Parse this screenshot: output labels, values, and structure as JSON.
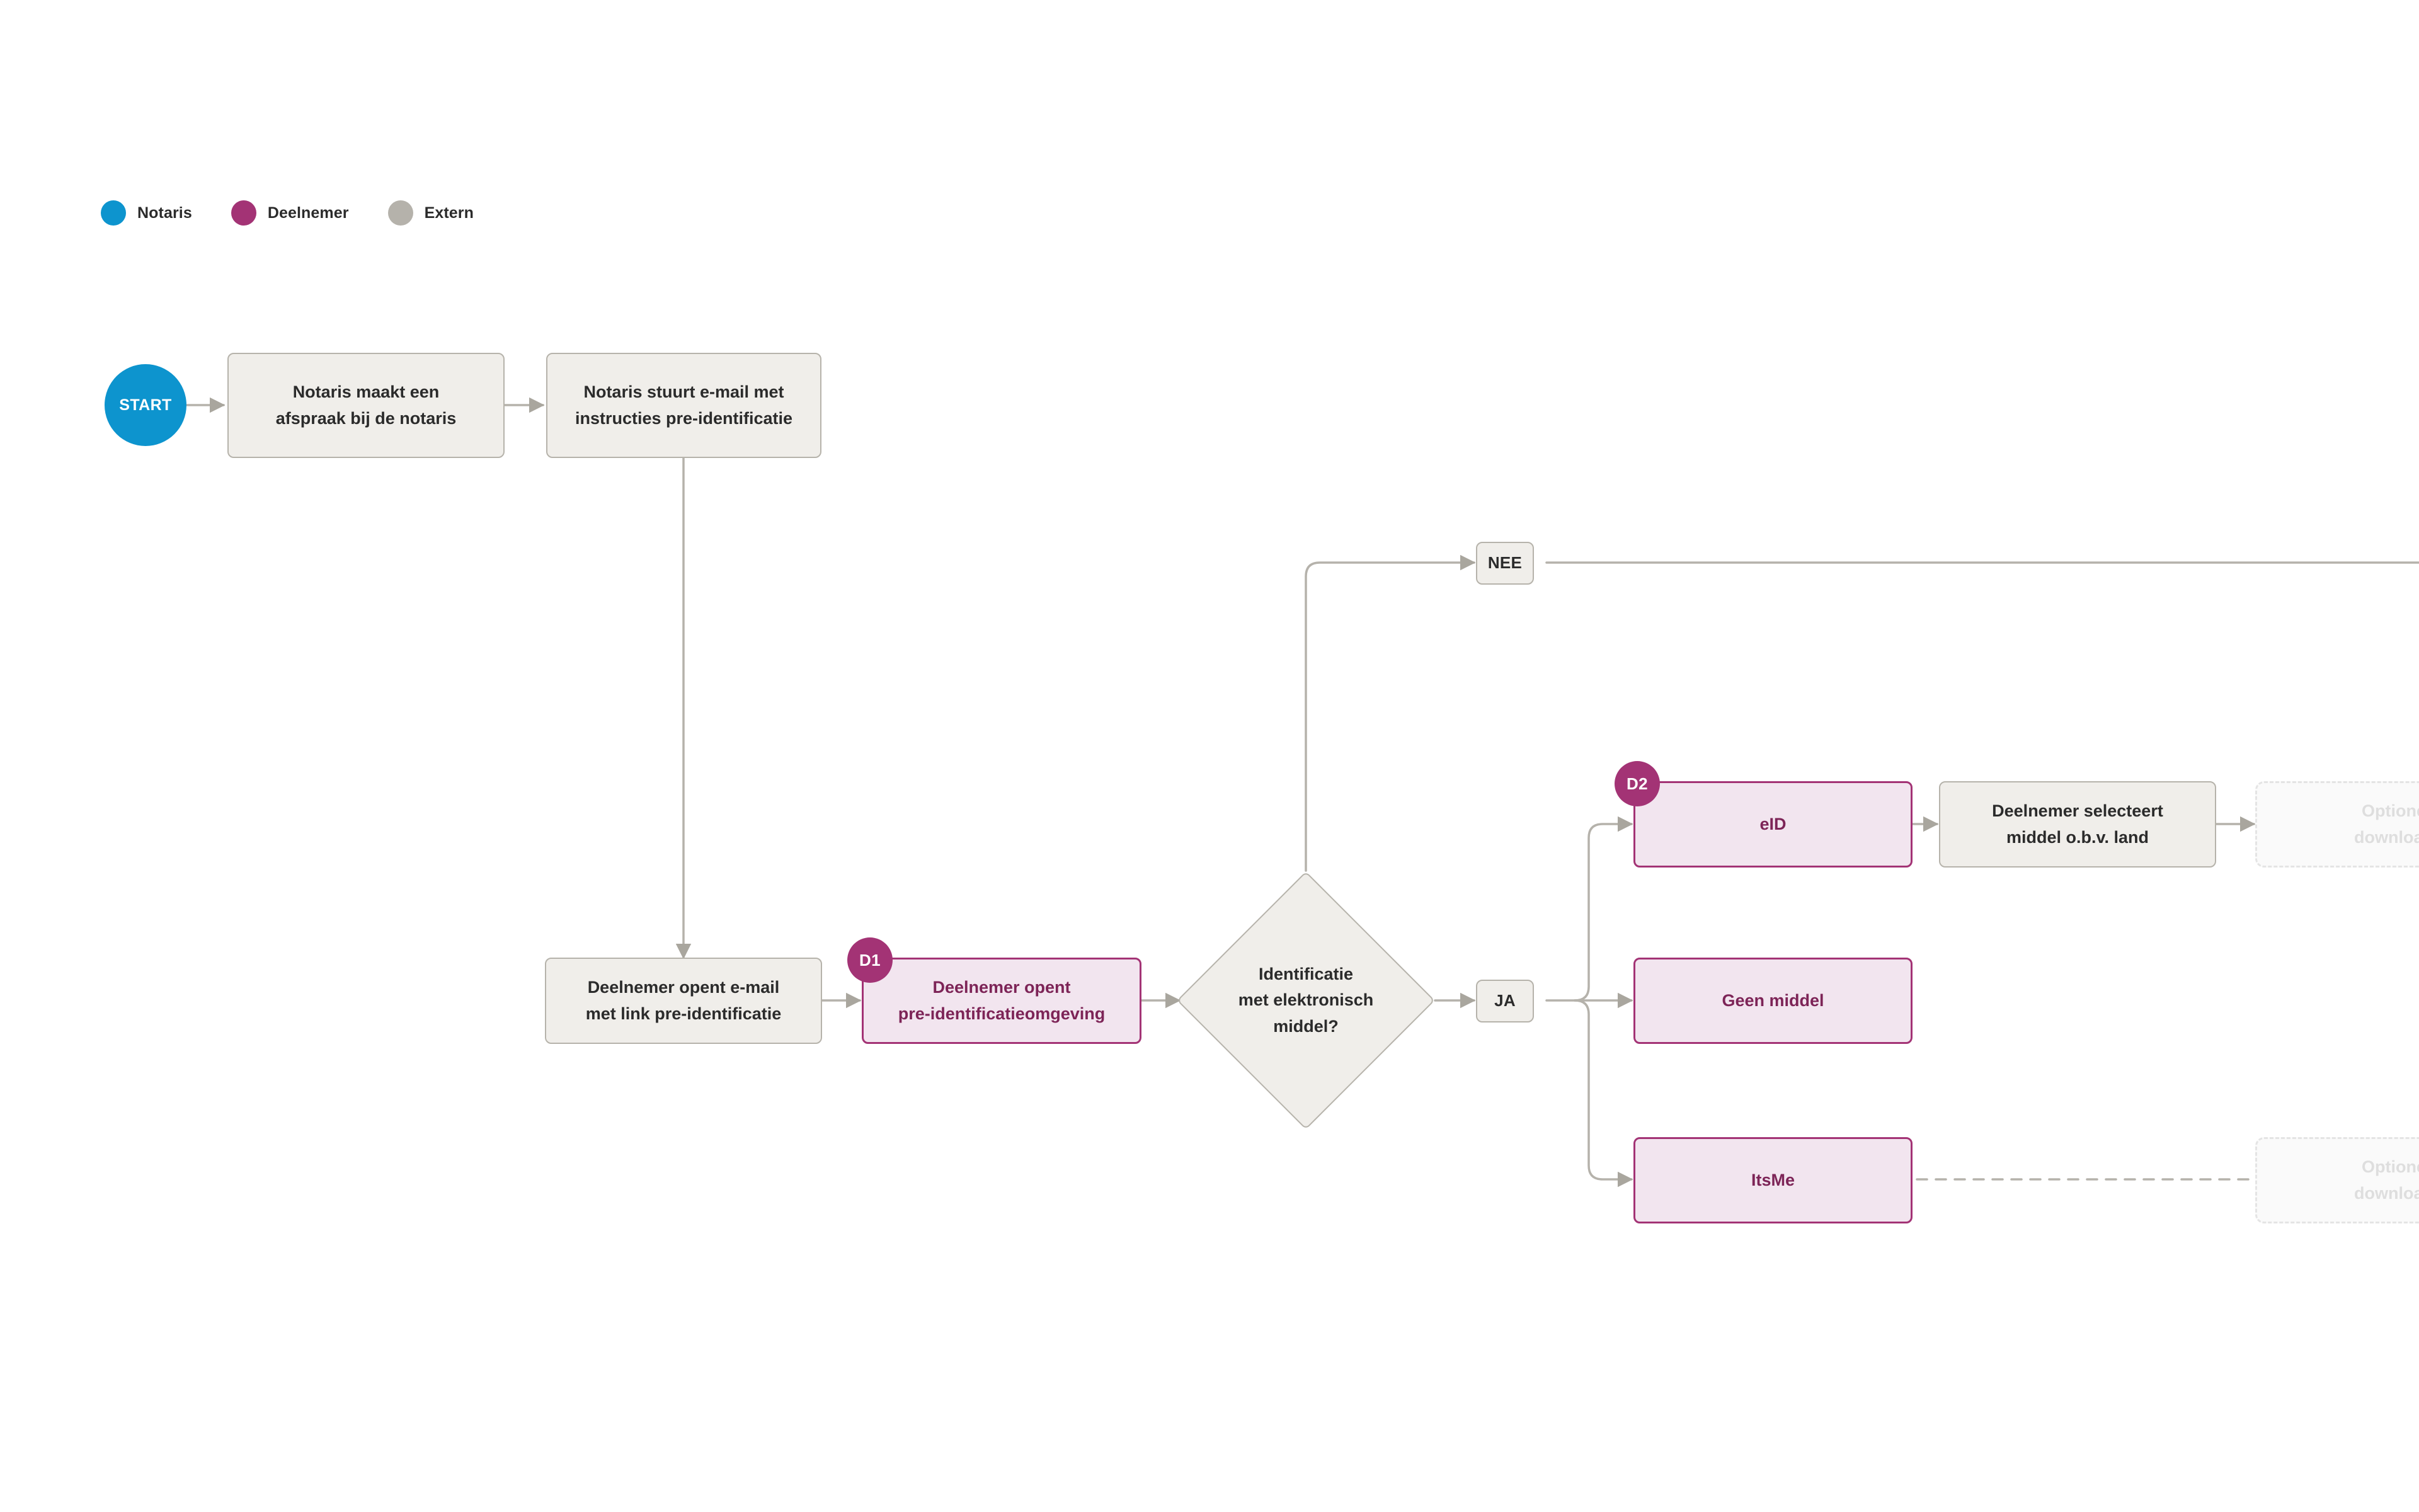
{
  "legend": {
    "items": [
      {
        "label": "Notaris",
        "color": "#0d94ce",
        "icon": "circle-icon"
      },
      {
        "label": "Deelnemer",
        "color": "#a33375",
        "icon": "circle-icon"
      },
      {
        "label": "Extern",
        "color": "#b5b2ab",
        "icon": "circle-icon"
      }
    ]
  },
  "colors": {
    "notaris_blue": "#0d94ce",
    "deelnemer_magenta": "#a33375",
    "extern_grey": "#b5b2ab",
    "beige_fill": "#f0eeea",
    "beige_border": "#b6b3ab",
    "pink_fill": "#f2e5ef",
    "pink_border": "#a33375",
    "pink_text": "#7d2457",
    "ghost_text": "#dedede",
    "edge_stroke": "#b5b2ab",
    "text_dark": "#2b2b2b"
  },
  "nodes": {
    "start": {
      "label": "START",
      "type": "terminal",
      "lane": "notaris"
    },
    "notaris_afspraak": {
      "label": "Notaris maakt een\nafspraak bij de notaris",
      "type": "process",
      "lane": "notaris"
    },
    "notaris_email": {
      "label": "Notaris stuurt e-mail met\ninstructies pre-identificatie",
      "type": "process",
      "lane": "notaris"
    },
    "deelnemer_email": {
      "label": "Deelnemer opent e-mail\nmet link pre-identificatie",
      "type": "process",
      "lane": "extern"
    },
    "deelnemer_omgeving": {
      "label": "Deelnemer opent\npre-identificatieomgeving",
      "type": "process-pink",
      "lane": "deelnemer",
      "marker": "D1"
    },
    "decision_middel": {
      "label": "Identificatie\nmet elektronisch\nmiddel?",
      "type": "decision"
    },
    "label_nee": {
      "label": "NEE",
      "type": "edge-label"
    },
    "label_ja": {
      "label": "JA",
      "type": "edge-label"
    },
    "eid": {
      "label": "eID",
      "type": "process-pink",
      "lane": "deelnemer",
      "marker": "D2"
    },
    "geen_middel": {
      "label": "Geen middel",
      "type": "process-pink",
      "lane": "deelnemer"
    },
    "itsme": {
      "label": "ItsMe",
      "type": "process-pink",
      "lane": "deelnemer"
    },
    "selecteert_middel": {
      "label": "Deelnemer selecteert\nmiddel o.b.v. land",
      "type": "process",
      "lane": "extern"
    },
    "ghost_top": {
      "label": "Optione\ndownload",
      "type": "ghost",
      "truncated": true
    },
    "ghost_bottom": {
      "label": "Optione\ndownload",
      "type": "ghost",
      "truncated": true
    }
  },
  "markers": {
    "d1": "D1",
    "d2": "D2"
  }
}
